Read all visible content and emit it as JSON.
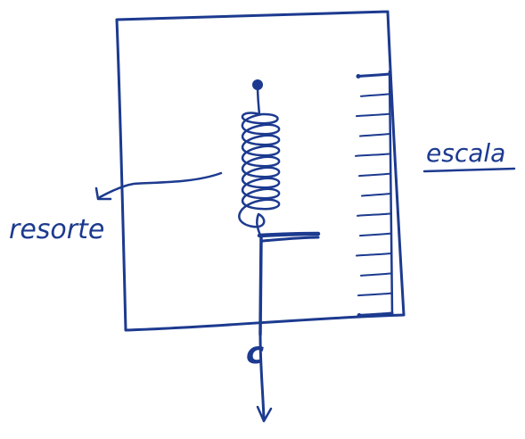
{
  "labels": {
    "spring": "resorte",
    "scale": "escala",
    "hook": "c"
  },
  "colors": {
    "ink": "#1c3a8f",
    "background": "#ffffff"
  },
  "scale": {
    "tick_count": 13
  }
}
